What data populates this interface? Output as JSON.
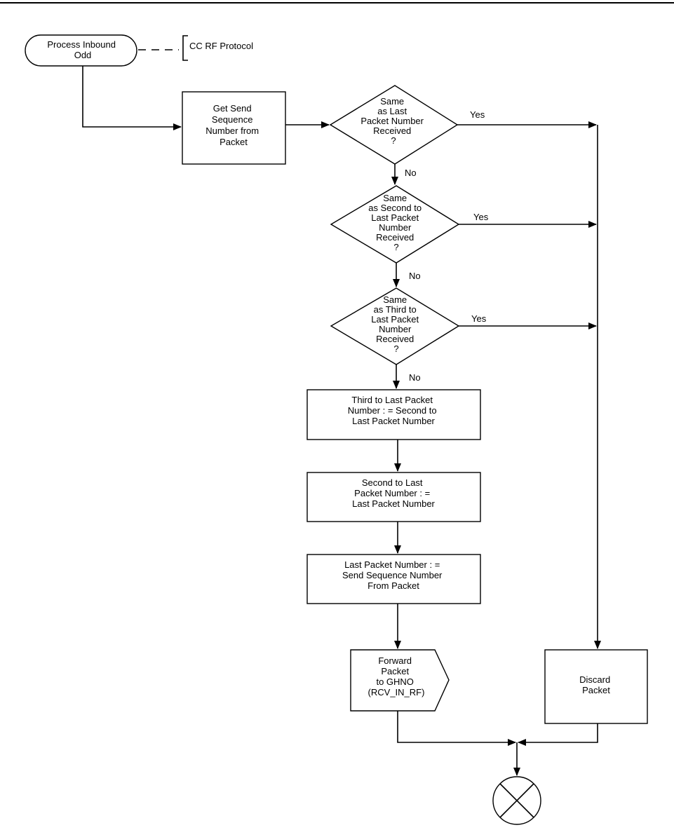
{
  "start": {
    "lines": [
      "Process Inbound",
      "Odd"
    ]
  },
  "annotation": "CC RF Protocol",
  "steps": {
    "get_seq": [
      "Get Send",
      "Sequence",
      "Number from",
      "Packet"
    ],
    "set_third": [
      "Third to Last Packet",
      "Number : = Second to",
      "Last Packet Number"
    ],
    "set_second": [
      "Second to Last",
      "Packet Number : =",
      "Last Packet Number"
    ],
    "set_last": [
      "Last Packet Number : =",
      "Send Sequence Number",
      "From Packet"
    ],
    "discard": [
      "Discard",
      "Packet"
    ]
  },
  "decisions": {
    "d1": [
      "Same",
      "as Last",
      "Packet Number",
      "Received",
      "?"
    ],
    "d2": [
      "Same",
      "as Second to",
      "Last Packet",
      "Number",
      "Received",
      "?"
    ],
    "d3": [
      "Same",
      "as Third to",
      "Last Packet",
      "Number",
      "Received",
      "?"
    ]
  },
  "forward": [
    "Forward",
    "Packet",
    "to GHNO",
    "(RCV_IN_RF)"
  ],
  "labels": {
    "yes1": "Yes",
    "yes2": "Yes",
    "yes3": "Yes",
    "no1": "No",
    "no2": "No",
    "no3": "No"
  }
}
